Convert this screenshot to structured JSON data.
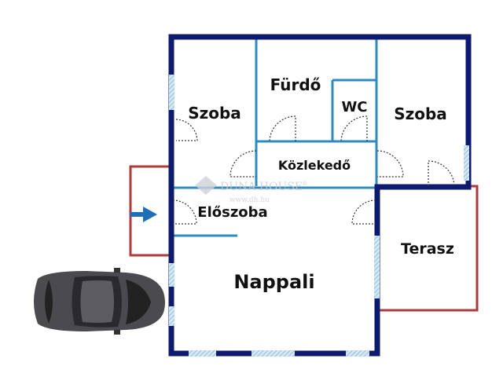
{
  "rooms": {
    "szoba_left": "Szoba",
    "furdo": "Fürdő",
    "wc": "WC",
    "szoba_right": "Szoba",
    "kozlekedo": "Közlekedő",
    "eloszoba": "Előszoba",
    "nappali": "Nappali",
    "terasz": "Terasz"
  },
  "watermark": {
    "brand": "DUNA HOUSE",
    "registered": "®",
    "url": "www.dh.hu"
  },
  "colors": {
    "outer_wall": "#0d1a6e",
    "inner_wall": "#2a8cc4",
    "window": "#a9cfe6",
    "outline_red": "#b03a3a",
    "arrow": "#1f6fb5",
    "car": "#4a4a4f"
  },
  "icons": {
    "entrance": "entrance-arrow-icon",
    "car": "car-icon"
  }
}
